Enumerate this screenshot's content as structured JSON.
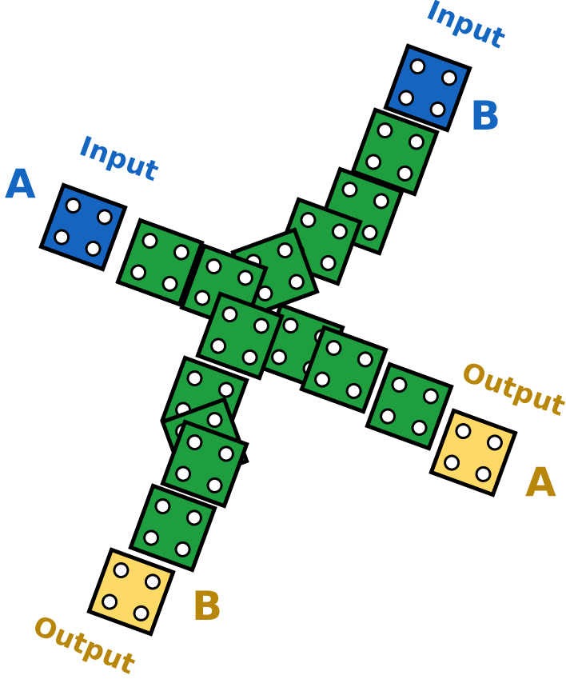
{
  "labels": {
    "input_word": "Input",
    "output_word": "Output",
    "channel_a": "A",
    "channel_b": "B"
  },
  "colors": {
    "input_block": "#1565c0",
    "conductor_block": "#1e9e3e",
    "output_block": "#ffd966",
    "outline": "#000000",
    "dot_fill": "#ffffff",
    "input_text": "#1466c0",
    "output_text": "#b8860b"
  },
  "icon": "four-dot-quantum-cell"
}
